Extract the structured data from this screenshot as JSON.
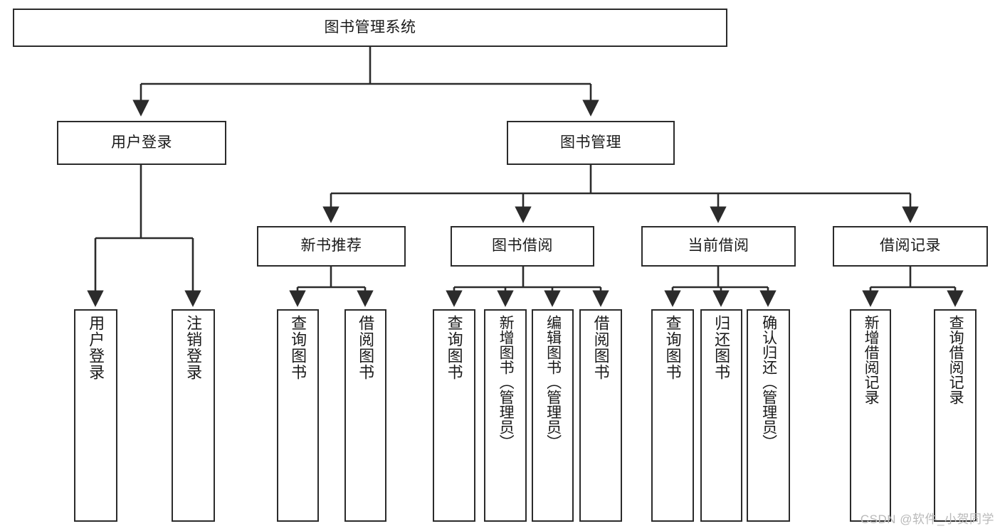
{
  "diagram": {
    "title": "图书管理系统",
    "type": "tree-hierarchy",
    "root": {
      "id": "root",
      "label": "图书管理系统"
    },
    "level2": [
      {
        "id": "user-login",
        "label": "用户登录"
      },
      {
        "id": "book-manage",
        "label": "图书管理"
      }
    ],
    "level3": [
      {
        "id": "new-book-rec",
        "label": "新书推荐"
      },
      {
        "id": "book-borrow",
        "label": "图书借阅"
      },
      {
        "id": "current-borrow",
        "label": "当前借阅"
      },
      {
        "id": "borrow-record",
        "label": "借阅记录"
      }
    ],
    "leaves": [
      {
        "id": "leaf-user-login",
        "label": "用户登录",
        "parent": "user-login"
      },
      {
        "id": "leaf-logout",
        "label": "注销登录",
        "parent": "user-login"
      },
      {
        "id": "leaf-query-book-1",
        "label": "查询图书",
        "parent": "new-book-rec"
      },
      {
        "id": "leaf-borrow-book-1",
        "label": "借阅图书",
        "parent": "new-book-rec"
      },
      {
        "id": "leaf-query-book-2",
        "label": "查询图书",
        "parent": "book-borrow"
      },
      {
        "id": "leaf-add-book",
        "label": "新增图书（管理员）",
        "parent": "book-borrow"
      },
      {
        "id": "leaf-edit-book",
        "label": "编辑图书（管理员）",
        "parent": "book-borrow"
      },
      {
        "id": "leaf-borrow-book-2",
        "label": "借阅图书",
        "parent": "book-borrow"
      },
      {
        "id": "leaf-query-book-3",
        "label": "查询图书",
        "parent": "current-borrow"
      },
      {
        "id": "leaf-return-book",
        "label": "归还图书",
        "parent": "current-borrow"
      },
      {
        "id": "leaf-confirm-return",
        "label": "确认归还（管理员）",
        "parent": "current-borrow"
      },
      {
        "id": "leaf-add-record",
        "label": "新增借阅记录",
        "parent": "borrow-record"
      },
      {
        "id": "leaf-query-record",
        "label": "查询借阅记录",
        "parent": "borrow-record"
      }
    ],
    "colors": {
      "stroke": "#2b2b2b",
      "fill": "#ffffff",
      "text": "#1a1a1a",
      "watermark": "#b9b9b9"
    }
  },
  "watermark": {
    "text": "CSDN @软件_小贺同学"
  }
}
